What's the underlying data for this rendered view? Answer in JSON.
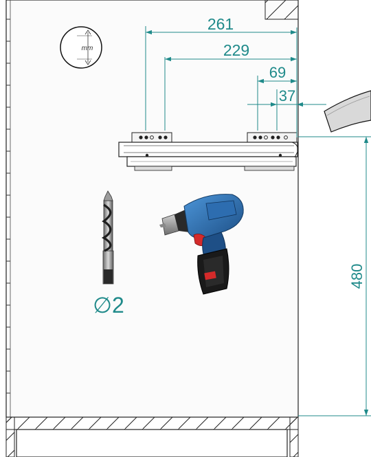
{
  "unit_badge": {
    "label": "mm"
  },
  "dimensions": {
    "d261": "261",
    "d229": "229",
    "d69": "69",
    "d37": "37",
    "d480": "480"
  },
  "drill_bit": {
    "diameter_label": "∅2"
  },
  "icons": {
    "unit_badge": "ruler-mm-icon",
    "drill_bit": "drill-bit-icon",
    "drill": "cordless-drill-icon"
  },
  "colors": {
    "dimension": "#1f8a8a",
    "drill_body": "#2a6fb0",
    "drill_accent": "#d42a2a",
    "drill_dark": "#1a1a1a"
  }
}
